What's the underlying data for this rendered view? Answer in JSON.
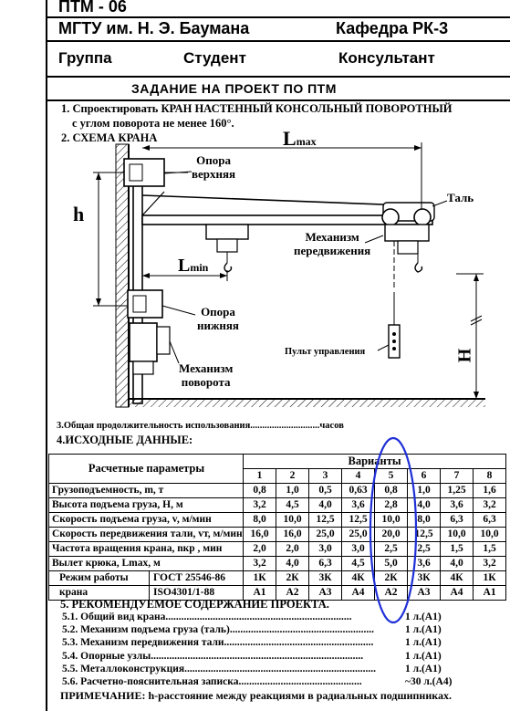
{
  "header": {
    "code": "ПТМ - 06",
    "university": "МГТУ им. Н. Э. Баумана",
    "department": "Кафедра  РК-3",
    "group_label": "Группа",
    "student_label": "Студент",
    "consultant_label": "Консультант",
    "assignment_title": "ЗАДАНИЕ  НА  ПРОЕКТ  ПО  ПТМ"
  },
  "task": {
    "item1_line1": "1. Спроектировать КРАН НАСТЕННЫЙ КОНСОЛЬНЫЙ ПОВОРОТНЫЙ",
    "item1_line2": "с углом поворота   не менее  160°.",
    "item2": "2. СХЕМА  КРАНА",
    "item3": "3.Общая продолжительность использования.............................часов",
    "item4": "4.ИСХОДНЫЕ ДАННЫЕ:"
  },
  "diagram": {
    "lmax_label": "L",
    "lmax_sub": "max",
    "lmin_label": "L",
    "lmin_sub": "min",
    "h_label": "h",
    "H_label": "H",
    "upper_support_1": "Опора",
    "upper_support_2": "верхняя",
    "hoist": "Таль",
    "travel_mech_1": "Механизм",
    "travel_mech_2": "передвижения",
    "lower_support_1": "Опора",
    "lower_support_2": "нижняя",
    "control_panel": "Пульт управления",
    "rotation_mech_1": "Механизм",
    "rotation_mech_2": "поворота"
  },
  "table": {
    "param_header": "Расчетные параметры",
    "variants_header": "Варианты",
    "variant_numbers": [
      "1",
      "2",
      "3",
      "4",
      "5",
      "6",
      "7",
      "8"
    ],
    "rows": [
      {
        "label": "Грузоподъемность, m, т",
        "values": [
          "0,8",
          "1,0",
          "0,5",
          "0,63",
          "0,8",
          "1,0",
          "1,25",
          "1,6"
        ]
      },
      {
        "label": "Высота подъема груза, H, м",
        "values": [
          "3,2",
          "4,5",
          "4,0",
          "3,6",
          "2,8",
          "4,0",
          "3,6",
          "3,2"
        ]
      },
      {
        "label": "Скорость подъема груза, v, м/мин",
        "values": [
          "8,0",
          "10,0",
          "12,5",
          "12,5",
          "10,0",
          "8,0",
          "6,3",
          "6,3"
        ]
      },
      {
        "label": "Скорость передвижения тали, vт, м/мин",
        "values": [
          "16,0",
          "16,0",
          "25,0",
          "25,0",
          "20,0",
          "12,5",
          "10,0",
          "10,0"
        ]
      },
      {
        "label": "Частота вращения крана, nкр , мин",
        "values": [
          "2,0",
          "2,0",
          "3,0",
          "3,0",
          "2,5",
          "2,5",
          "1,5",
          "1,5"
        ]
      },
      {
        "label": "Вылет крюка, Lmax, м",
        "values": [
          "3,2",
          "4,0",
          "6,3",
          "4,5",
          "5,0",
          "3,6",
          "4,0",
          "3,2"
        ]
      }
    ],
    "mode_label_1": "Режим работы",
    "mode_label_2": "крана",
    "gost_label": "ГОСТ 25546-86",
    "iso_label": "ISO4301/1-88",
    "gost_values": [
      "1К",
      "2К",
      "3К",
      "4К",
      "2К",
      "3К",
      "4К",
      "1К"
    ],
    "iso_values": [
      "А1",
      "А2",
      "А3",
      "А4",
      "А2",
      "А3",
      "А4",
      "А1"
    ],
    "highlighted_variant": "5",
    "highlight_color": "#1f2fd6"
  },
  "content": {
    "title": "5. РЕКОМЕНДУЕМОЕ СОДЕРЖАНИЕ ПРОЕКТА.",
    "items": [
      {
        "label": "5.1. Общий вид крана.......................................................................",
        "value": "1 л.(А1)"
      },
      {
        "label": "5.2. Механизм подъема груза (таль).......................................................",
        "value": "1 л.(А1)"
      },
      {
        "label": "5.3. Механизм передвижения тали.........................................................",
        "value": "1 л.(А1)"
      },
      {
        "label": "5.4. Опорные узлы.................................................................................",
        "value": "1 л.(А1)"
      },
      {
        "label": "5.5. Металлоконструкция.........................................................................",
        "value": "1 л.(А1)"
      },
      {
        "label": "5.6. Расчетно-пояснительная записка...............................................",
        "value": "~30 л.(А4)"
      }
    ],
    "note": "ПРИМЕЧАНИЕ: h-расстояние между реакциями в радиальных подшипниках."
  }
}
